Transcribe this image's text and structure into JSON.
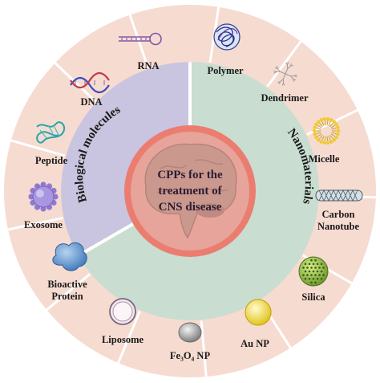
{
  "center": {
    "lines": [
      "CPPs for the",
      "treatment  of",
      "CNS disease"
    ]
  },
  "sectors": {
    "left_title": "Biological molecules",
    "right_title": "Nanomaterials"
  },
  "segments": [
    {
      "id": "rna",
      "label": "RNA",
      "icon": "rna-hairpin-icon"
    },
    {
      "id": "polymer",
      "label": "Polymer",
      "icon": "polymer-coil-icon"
    },
    {
      "id": "dendrimer",
      "label": "Dendrimer",
      "icon": "dendrimer-icon"
    },
    {
      "id": "micelle",
      "label": "Micelle",
      "icon": "micelle-icon"
    },
    {
      "id": "carbon-nanotube",
      "label": "Carbon Nanotube",
      "label_lines": [
        "Carbon",
        "Nanotube"
      ],
      "icon": "carbon-nanotube-icon"
    },
    {
      "id": "silica",
      "label": "Silica",
      "icon": "silica-sphere-icon"
    },
    {
      "id": "au-np",
      "label": "Au NP",
      "icon": "gold-nanoparticle-icon"
    },
    {
      "id": "fe3o4-np",
      "label": "Fe₃O₄ NP",
      "icon": "iron-oxide-nanoparticle-icon"
    },
    {
      "id": "liposome",
      "label": "Liposome",
      "icon": "liposome-icon"
    },
    {
      "id": "bioactive-protein",
      "label": "Bioactive Protein",
      "label_lines": [
        "Bioactive",
        "Protein"
      ],
      "icon": "protein-blob-icon"
    },
    {
      "id": "exosome",
      "label": "Exosome",
      "icon": "exosome-icon"
    },
    {
      "id": "peptide",
      "label": "Peptide",
      "icon": "peptide-icon"
    },
    {
      "id": "dna",
      "label": "DNA",
      "icon": "dna-helix-icon"
    }
  ],
  "colors": {
    "outer_ring": "#f6dbd0",
    "separator": "#ffffff",
    "left_sector": "#c9c4df",
    "right_sector": "#c9ddd1",
    "center_outer": "#eb7d70",
    "center_inner": "#e7a49a"
  }
}
